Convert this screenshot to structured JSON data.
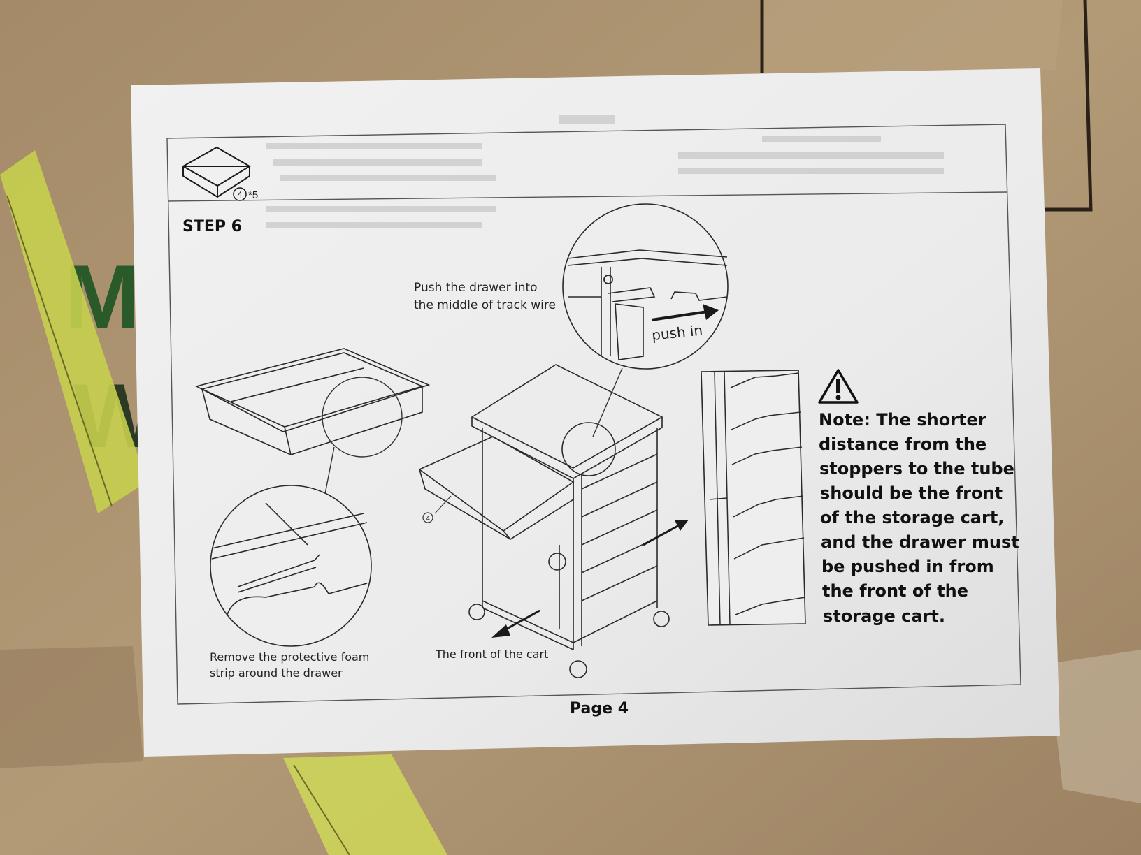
{
  "part_callout": {
    "number": "4",
    "quantity": "*5"
  },
  "step_title": "STEP 6",
  "callout_push": [
    "Push the drawer into",
    "the middle of track wire"
  ],
  "push_in_label": "push in",
  "callout_remove": [
    "Remove the protective foam",
    "strip around the drawer"
  ],
  "callout_front": "The front of the cart",
  "cart_part_number": "4",
  "note": [
    "Note: The shorter",
    "distance from the",
    "stoppers to the tube",
    "should be the front",
    "of the storage cart,",
    "and the drawer must",
    "be pushed in from",
    "the front of the",
    "storage cart."
  ],
  "page_label": "Page 4"
}
